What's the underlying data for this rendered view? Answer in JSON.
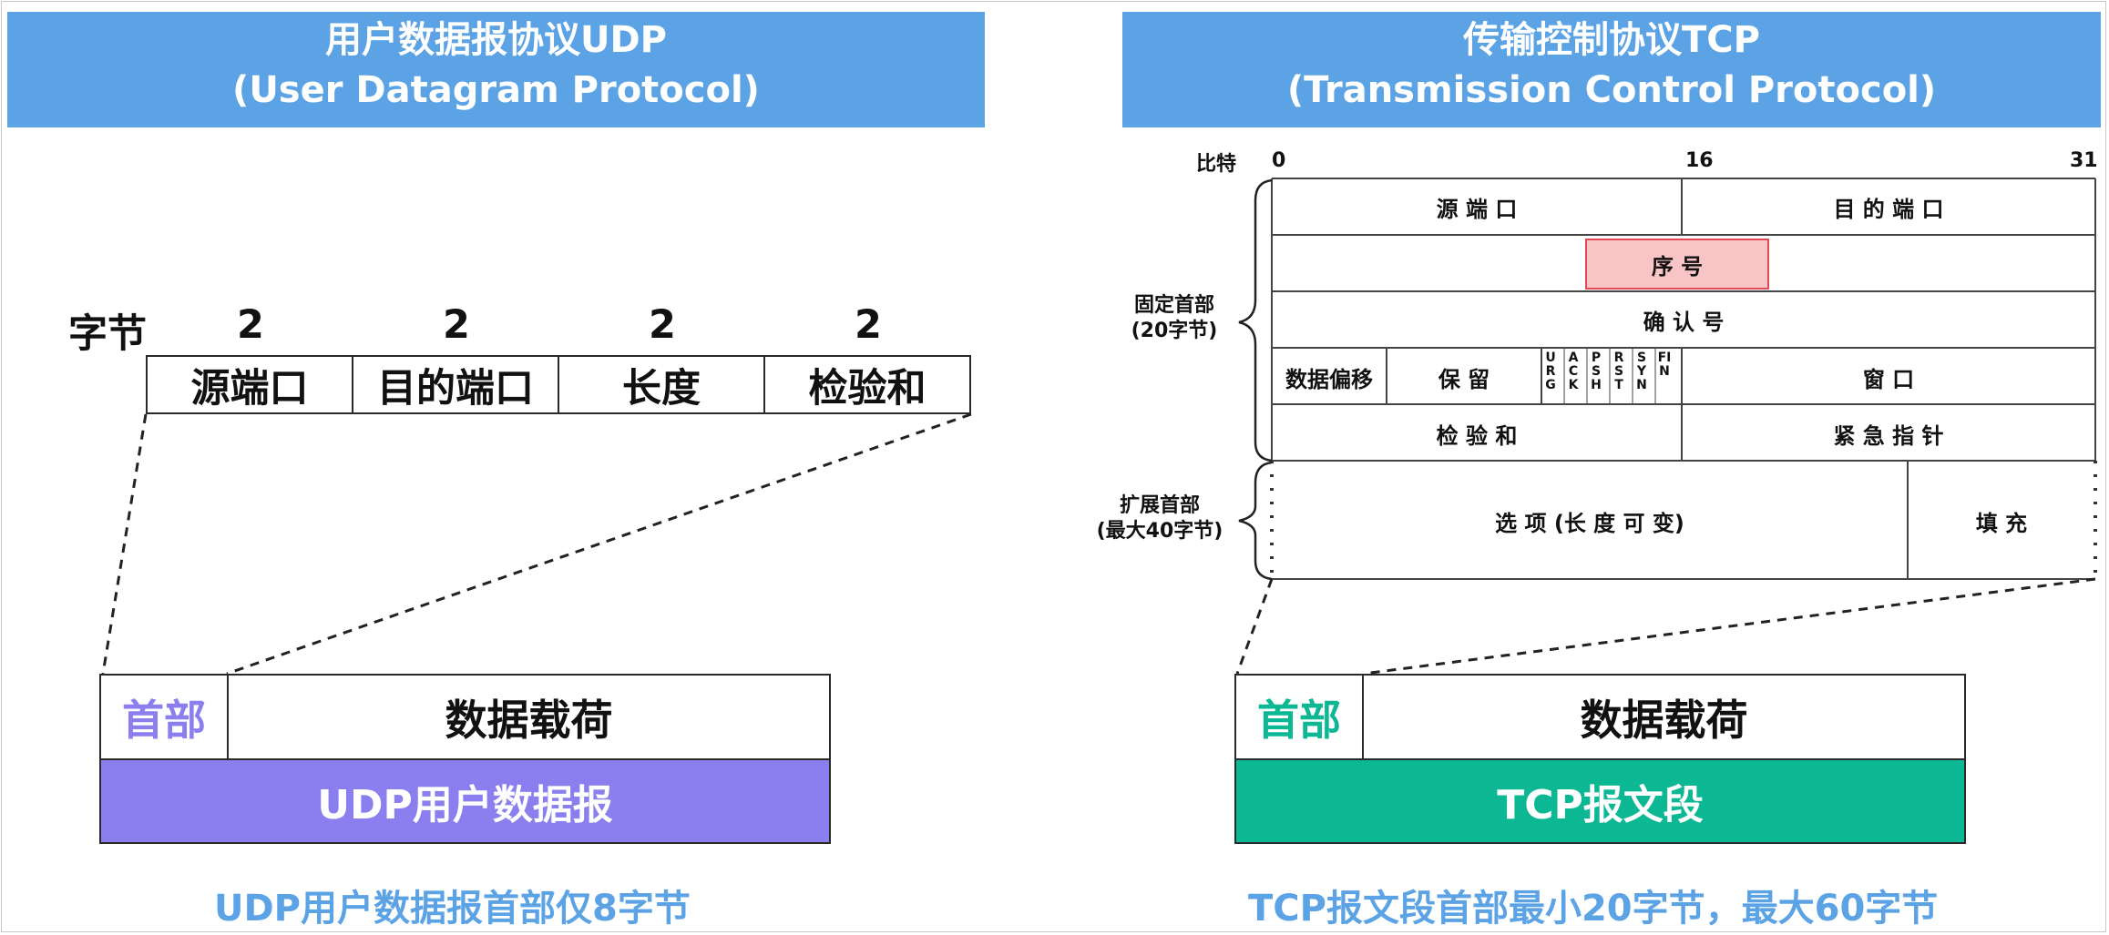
{
  "udp": {
    "title_line1": "用户数据报协议UDP",
    "title_line2": "(User Datagram Protocol)",
    "byte_label": "字节",
    "field_sizes": [
      "2",
      "2",
      "2",
      "2"
    ],
    "fields": [
      "源端口",
      "目的端口",
      "长度",
      "检验和"
    ],
    "packet_header": "首部",
    "packet_payload": "数据载荷",
    "packet_name": "UDP用户数据报",
    "caption": "UDP用户数据报首部仅8字节",
    "accent_color": "#8b7eee"
  },
  "tcp": {
    "title_line1": "传输控制协议TCP",
    "title_line2": "(Transmission Control Protocol)",
    "bit_label": "比特",
    "bit_marks": [
      "0",
      "16",
      "31"
    ],
    "fixed_header_label_line1": "固定首部",
    "fixed_header_label_line2": "(20字节)",
    "ext_header_label_line1": "扩展首部",
    "ext_header_label_line2": "(最大40字节)",
    "src_port": "源 端 口",
    "dst_port": "目 的 端 口",
    "seq": "序 号",
    "ack": "确 认 号",
    "data_offset": "数据偏移",
    "reserved": "保 留",
    "flags": [
      "URG",
      "ACK",
      "PSH",
      "RST",
      "SYN",
      "FIN"
    ],
    "window": "窗 口",
    "checksum": "检 验 和",
    "urgent_ptr": "紧 急 指 针",
    "options": "选 项 (长 度 可 变)",
    "padding": "填 充",
    "packet_header": "首部",
    "packet_payload": "数据载荷",
    "packet_name": "TCP报文段",
    "caption": "TCP报文段首部最小20字节，最大60字节",
    "accent_color": "#0cb894",
    "seq_highlight_color": "#f8c4c6"
  },
  "colors": {
    "banner": "#5ca3e6",
    "caption": "#5ca3e6"
  }
}
